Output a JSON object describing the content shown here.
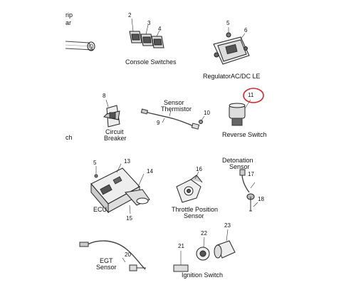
{
  "labels": {
    "grip_warmer": [
      "rip",
      "ar"
    ],
    "console_switches": "Console Switches",
    "regulator": "RegulatorAC/DC LE",
    "sensor_thermistor": [
      "Sensor",
      "Thermistor"
    ],
    "reverse_switch": "Reverse Switch",
    "circuit_breaker": [
      "Circuit",
      "Breaker"
    ],
    "left_cut": "ch",
    "detonation_sensor": [
      "Detonation",
      "Sensor"
    ],
    "ecu": "ECU",
    "throttle_position_sensor": [
      "Throttle Position",
      "Sensor"
    ],
    "egt_sensor": [
      "EGT",
      "Sensor"
    ],
    "ignition_switch": "Ignition Switch"
  },
  "callouts": {
    "n2": "2",
    "n3": "3",
    "n4": "4",
    "n5_top": "5",
    "n6": "6",
    "n8": "8",
    "n9": "9",
    "n10": "10",
    "n11": "11",
    "n5_mid": "5",
    "n13": "13",
    "n14": "14",
    "n15": "15",
    "n16": "16",
    "n17": "17",
    "n18": "18",
    "n20": "20",
    "n21": "21",
    "n22": "22",
    "n23": "23"
  },
  "highlight": {
    "color": "#d4262b",
    "target": "11"
  }
}
